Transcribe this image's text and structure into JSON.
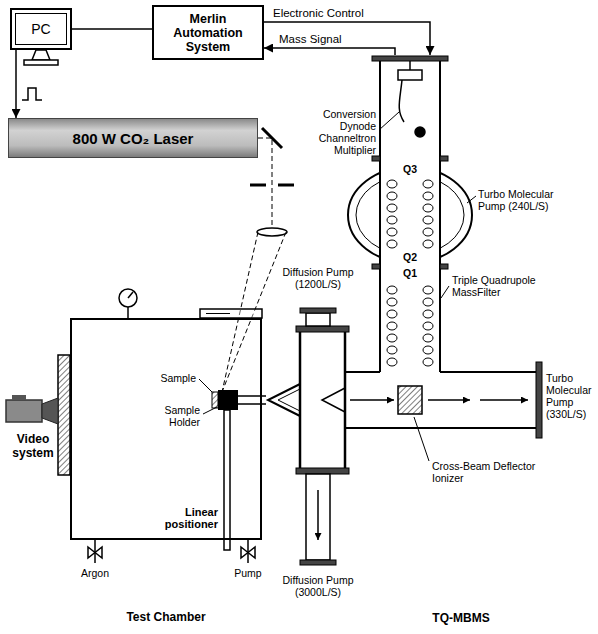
{
  "diagram": {
    "nodes": [
      {
        "text": [
          "PC"
        ]
      },
      {
        "text": [
          "Merlin Automation System"
        ]
      },
      {
        "text": [
          "800 W CO₂ Laser"
        ]
      },
      {
        "text": [
          "Video system"
        ]
      },
      {
        "text": [
          "Test Chamber"
        ]
      },
      {
        "text": [
          "TQ-MBMS"
        ]
      }
    ],
    "edges": [
      {
        "from": 0,
        "to": 1,
        "arrow": "none"
      },
      {
        "from": 1,
        "to": 5,
        "label": "Electronic Control",
        "arrow": "to"
      },
      {
        "from": 5,
        "to": 1,
        "label": "Mass Signal",
        "arrow": "to"
      },
      {
        "from": 0,
        "to": 2,
        "arrow": "to"
      }
    ],
    "labels": [
      "Conversion Dynode Channeltron Multiplier",
      "Turbo Molecular Pump (240L/S)",
      "Q3",
      "Triple Quadrupole MassFilter",
      "Q2",
      "Diffusion Pump (1200L/S)",
      "Q1",
      "Sample",
      "Sample Holder",
      "Turbo Molecular Pump (330L/S)",
      "Cross-Beam Deflector Ionizer",
      "Linear positioner",
      "Argon",
      "Pump",
      "Diffusion Pump (3000L/S)"
    ]
  }
}
